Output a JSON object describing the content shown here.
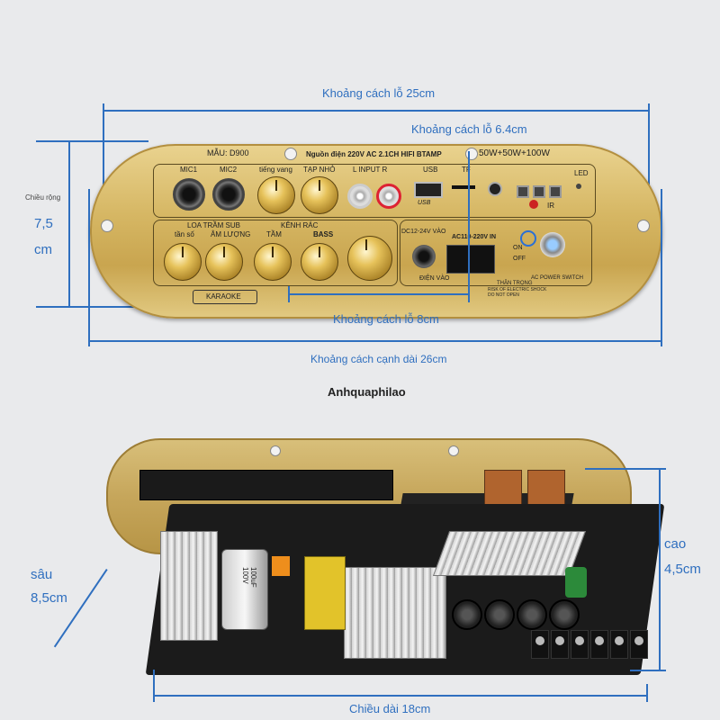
{
  "top_photo": {
    "dimensions": {
      "hole_distance_25": "Khoảng cách lỗ 25cm",
      "hole_distance_6_4": "Khoảng cách lỗ 6.4cm",
      "width_label": "Chiều rộng",
      "width_value_line1": "7,5",
      "width_value_line2": "cm",
      "hole_distance_8": "Khoảng cách lỗ 8cm",
      "long_edge_26": "Khoảng cách cạnh dài 26cm"
    },
    "panel": {
      "model": "MẪU: D900",
      "power_banner": "Nguồn điện 220V AC 2.1CH HIFI BTAMP",
      "power_rating": "50W+50W+100W",
      "mic1": "MIC1",
      "mic2": "MIC2",
      "echo": "tiếng vang",
      "noise": "TẠP NHỎ",
      "input": "L  INPUT  R",
      "usb": "USB",
      "usb_logo": "USB",
      "tf": "TF",
      "led": "LED",
      "ir": "IR",
      "sub_freq": "LOA TRẦM SUB",
      "tan_so": "tần số",
      "am_luong": "ÂM LƯỢNG",
      "kenh_rac": "KÊNH RÁC",
      "tam": "TẦM",
      "bass": "BASS",
      "dc_in": "DC12-24V VÀO",
      "ac_in": "AC110-220V IN",
      "dien_vao": "ĐIỆN VÀO",
      "on": "ON",
      "off": "OFF",
      "ac_power_switch": "AC POWER SWITCH",
      "than_trong": "THẬN TRỌNG",
      "warning": "RISK OF ELECTRIC SHOCK DO NOT OPEN",
      "karaoke": "KARAOKE"
    },
    "watermark": "Anhquaphilao"
  },
  "bottom_photo": {
    "dimensions": {
      "depth_label": "sâu",
      "depth_value": "8,5cm",
      "height_label": "cao",
      "height_value": "4,5cm",
      "length": "Chiều dài 18cm"
    },
    "capacitor_print": "100uF 100V"
  },
  "colors": {
    "dimension_blue": "#2f6fbf",
    "panel_gold": "#d6b764",
    "background": "#e9eaec"
  }
}
